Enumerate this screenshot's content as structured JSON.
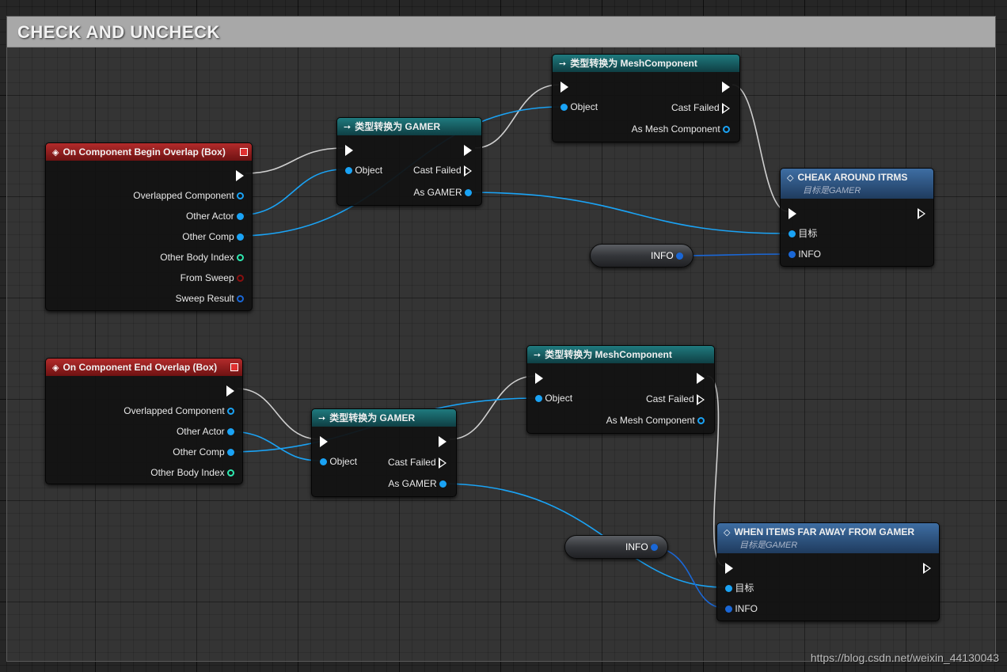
{
  "comment": {
    "title": "CHECK AND UNCHECK"
  },
  "colors": {
    "object_pin": "#1aa3f5",
    "struct_pin": "#1a67d6",
    "int_pin": "#2ee8b0",
    "bool_pin": "#8a0f0f",
    "wire_exec": "#d0d0d0",
    "wire_object": "#1aa3f5",
    "event_header": "#b32b2b",
    "cast_header": "#1f7a7e",
    "function_header": "#3e6ea3"
  },
  "nodes": {
    "begin_overlap": {
      "title": "On Component Begin Overlap (Box)",
      "pins": [
        "Overlapped Component",
        "Other Actor",
        "Other Comp",
        "Other Body Index",
        "From Sweep",
        "Sweep Result"
      ]
    },
    "cast_gamer_1": {
      "title": "类型转换为 GAMER",
      "object": "Object",
      "cast_failed": "Cast Failed",
      "as_out": "As GAMER"
    },
    "cast_mesh_1": {
      "title": "类型转换为 MeshComponent",
      "object": "Object",
      "cast_failed": "Cast Failed",
      "as_out": "As Mesh Component"
    },
    "cheak_around": {
      "title": "CHEAK AROUND ITRMS",
      "subtitle": "目标是GAMER",
      "target": "目标",
      "info": "INFO"
    },
    "info_var_1": {
      "label": "INFO"
    },
    "end_overlap": {
      "title": "On Component End Overlap (Box)",
      "pins": [
        "Overlapped Component",
        "Other Actor",
        "Other Comp",
        "Other Body Index"
      ]
    },
    "cast_gamer_2": {
      "title": "类型转换为 GAMER",
      "object": "Object",
      "cast_failed": "Cast Failed",
      "as_out": "As GAMER"
    },
    "cast_mesh_2": {
      "title": "类型转换为 MeshComponent",
      "object": "Object",
      "cast_failed": "Cast Failed",
      "as_out": "As Mesh Component"
    },
    "when_far": {
      "title": "WHEN ITEMS FAR AWAY FROM GAMER",
      "subtitle": "目标是GAMER",
      "target": "目标",
      "info": "INFO"
    },
    "info_var_2": {
      "label": "INFO"
    }
  },
  "icons": {
    "event": "event-diamond-icon",
    "cast": "cast-arrow-icon",
    "function": "function-diamond-icon"
  },
  "watermark": "https://blog.csdn.net/weixin_44130043"
}
